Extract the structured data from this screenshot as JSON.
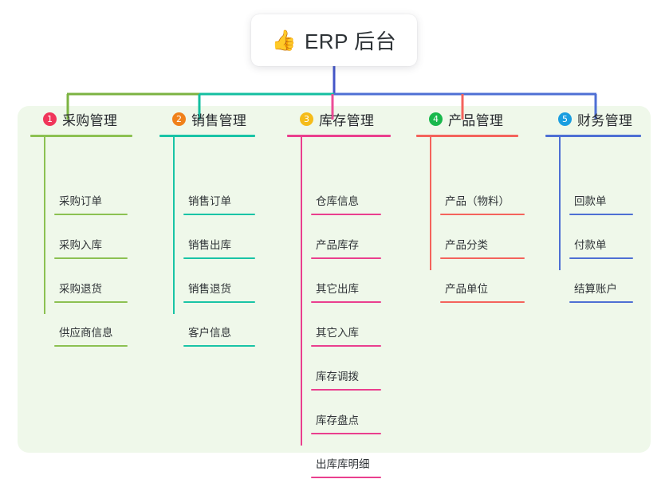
{
  "root": {
    "icon": "thumbs-up-icon",
    "emoji": "👍",
    "label": "ERP 后台"
  },
  "theme": {
    "panel_bg": "#eff8ea",
    "card_bg": "#ffffff",
    "text": "#2f3337",
    "trunk_color": "#4456c8"
  },
  "columns": [
    {
      "number": "1",
      "title": "采购管理",
      "badge_color": "#f0365a",
      "line_color": "#8cc152",
      "connector_color": "#7cb342",
      "items": [
        {
          "label": "采购订单"
        },
        {
          "label": "采购入库"
        },
        {
          "label": "采购退货"
        },
        {
          "label": "供应商信息"
        }
      ]
    },
    {
      "number": "2",
      "title": "销售管理",
      "badge_color": "#f0811a",
      "line_color": "#19c4a6",
      "connector_color": "#14bfa0",
      "items": [
        {
          "label": "销售订单"
        },
        {
          "label": "销售出库"
        },
        {
          "label": "销售退货"
        },
        {
          "label": "客户信息"
        }
      ]
    },
    {
      "number": "3",
      "title": "库存管理",
      "badge_color": "#f5bc1a",
      "line_color": "#ea3f8e",
      "connector_color": "#ec4d97",
      "items": [
        {
          "label": "仓库信息"
        },
        {
          "label": "产品库存"
        },
        {
          "label": "其它出库"
        },
        {
          "label": "其它入库"
        },
        {
          "label": "库存调拨"
        },
        {
          "label": "库存盘点"
        },
        {
          "label": "出库库明细"
        }
      ]
    },
    {
      "number": "4",
      "title": "产品管理",
      "badge_color": "#19b84c",
      "line_color": "#f4635c",
      "connector_color": "#f4635c",
      "items": [
        {
          "label": "产品（物料）"
        },
        {
          "label": "产品分类"
        },
        {
          "label": "产品单位"
        }
      ]
    },
    {
      "number": "5",
      "title": "财务管理",
      "badge_color": "#1a9ee0",
      "line_color": "#4e6fd4",
      "connector_color": "#4e6fd4",
      "items": [
        {
          "label": "回款单"
        },
        {
          "label": "付款单"
        },
        {
          "label": "结算账户"
        }
      ]
    }
  ]
}
